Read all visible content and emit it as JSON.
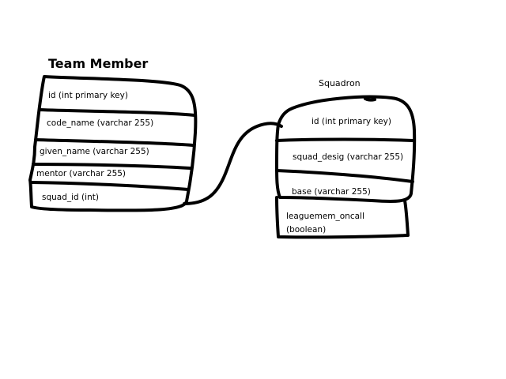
{
  "diagram": {
    "entities": [
      {
        "key": "team_member",
        "title": "Team Member",
        "fields": [
          "id (int primary key)",
          "code_name (varchar 255)",
          "given_name (varchar 255)",
          "mentor (varchar 255)",
          "squad_id (int)"
        ]
      },
      {
        "key": "squadron",
        "title": "Squadron",
        "fields": [
          "id (int primary key)",
          "squad_desig (varchar 255)",
          "base (varchar 255)",
          "leaguemem_oncall",
          "(boolean)"
        ]
      }
    ]
  }
}
